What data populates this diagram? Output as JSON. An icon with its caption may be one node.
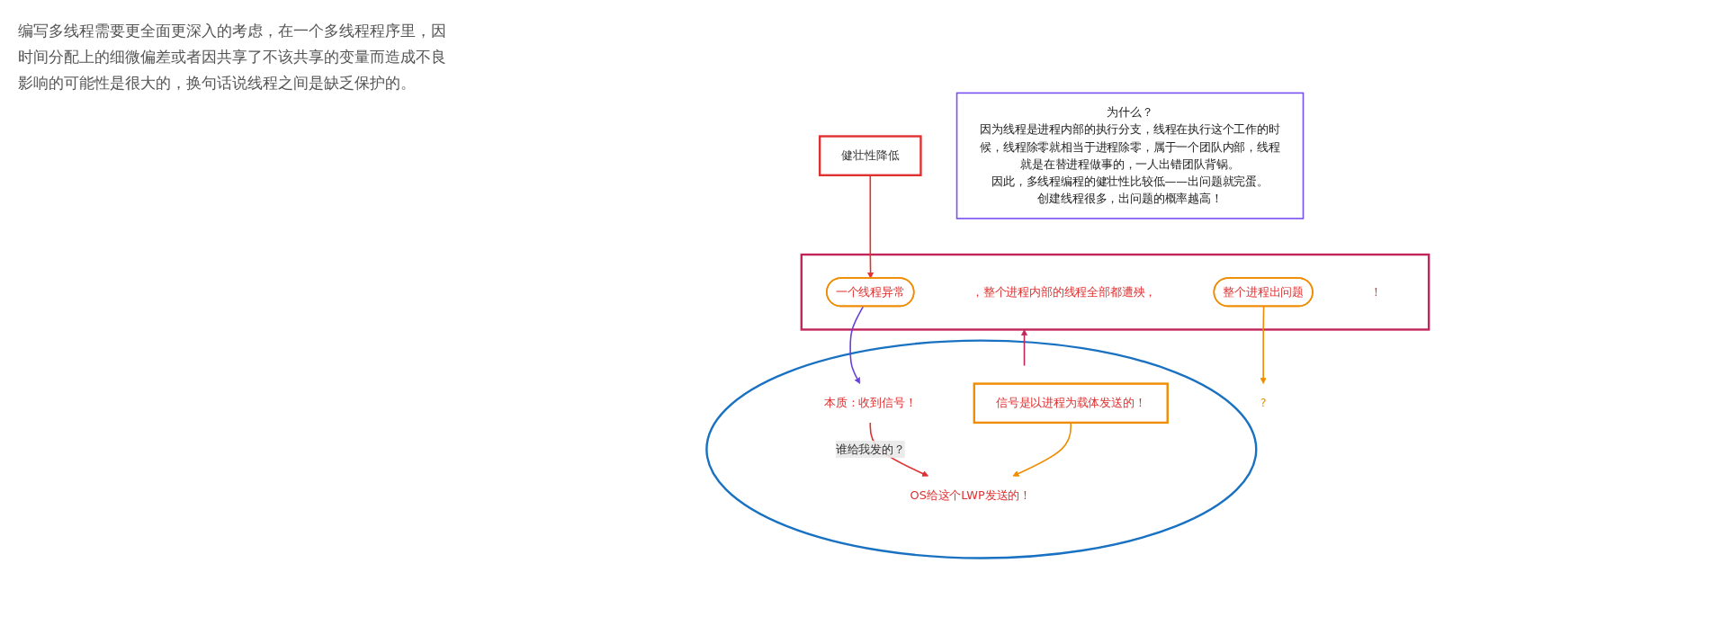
{
  "diagram": {
    "nodes": [
      {
        "text": [
          "健壮性降低"
        ]
      },
      {
        "text": [],
        "shape": "box"
      },
      {
        "text": [
          "一个线程异常"
        ],
        "in": 1
      },
      {
        "text": [
          "，整个进程内部的线程全部都遭殃，"
        ],
        "in": 1
      },
      {
        "text": [
          "整个进程出问题"
        ],
        "in": 1
      },
      {
        "text": [
          "！"
        ],
        "in": 1
      },
      {
        "text": [
          "?"
        ]
      },
      {
        "text": [
          "为什么？",
          "因为线程是进程内部的执行分支，线程在执行这个工作的时候，线程除零就相当于进程除零，属于一个团队内部，线程就是在替进程做事的，一人出错团队背锅。",
          "因此，多线程编程的健壮性比较低——出问题就完蛋。",
          "创建线程很多，出问题的概率越高！"
        ]
      },
      {
        "text": [],
        "shape": "circle"
      },
      {
        "text": [
          "本质：收到信号！"
        ],
        "in": 8
      },
      {
        "text": [
          "信号是以进程为载体发送的！"
        ],
        "in": 8
      },
      {
        "text": [
          "OS给这个LWP发送的！"
        ],
        "in": 8
      }
    ],
    "edges": [
      {
        "from": 0,
        "to": 2,
        "arrow": "to",
        "color": "#e03131"
      },
      {
        "from": 2,
        "to": 9,
        "arrow": "to",
        "color": "#6741d9"
      },
      {
        "from": 4,
        "to": 6,
        "arrow": "to",
        "color": "#f08c00"
      },
      {
        "from": 8,
        "to": 1,
        "arrow": "to",
        "color": "#c2255c"
      },
      {
        "from": 9,
        "to": 11,
        "label": "谁给我发的？",
        "arrow": "to",
        "color": "#e03131"
      },
      {
        "from": 10,
        "to": 11,
        "arrow": "to",
        "color": "#f08c00"
      }
    ],
    "labels": [
      "编写多线程需要更全面更深入的考虑，在一个多线程程序里，因时间分配上的细微偏差或者因共享了不该共享的变量而造成不良影响的可能性是很大的，换句话说线程之间是缺乏保护的。"
    ]
  }
}
